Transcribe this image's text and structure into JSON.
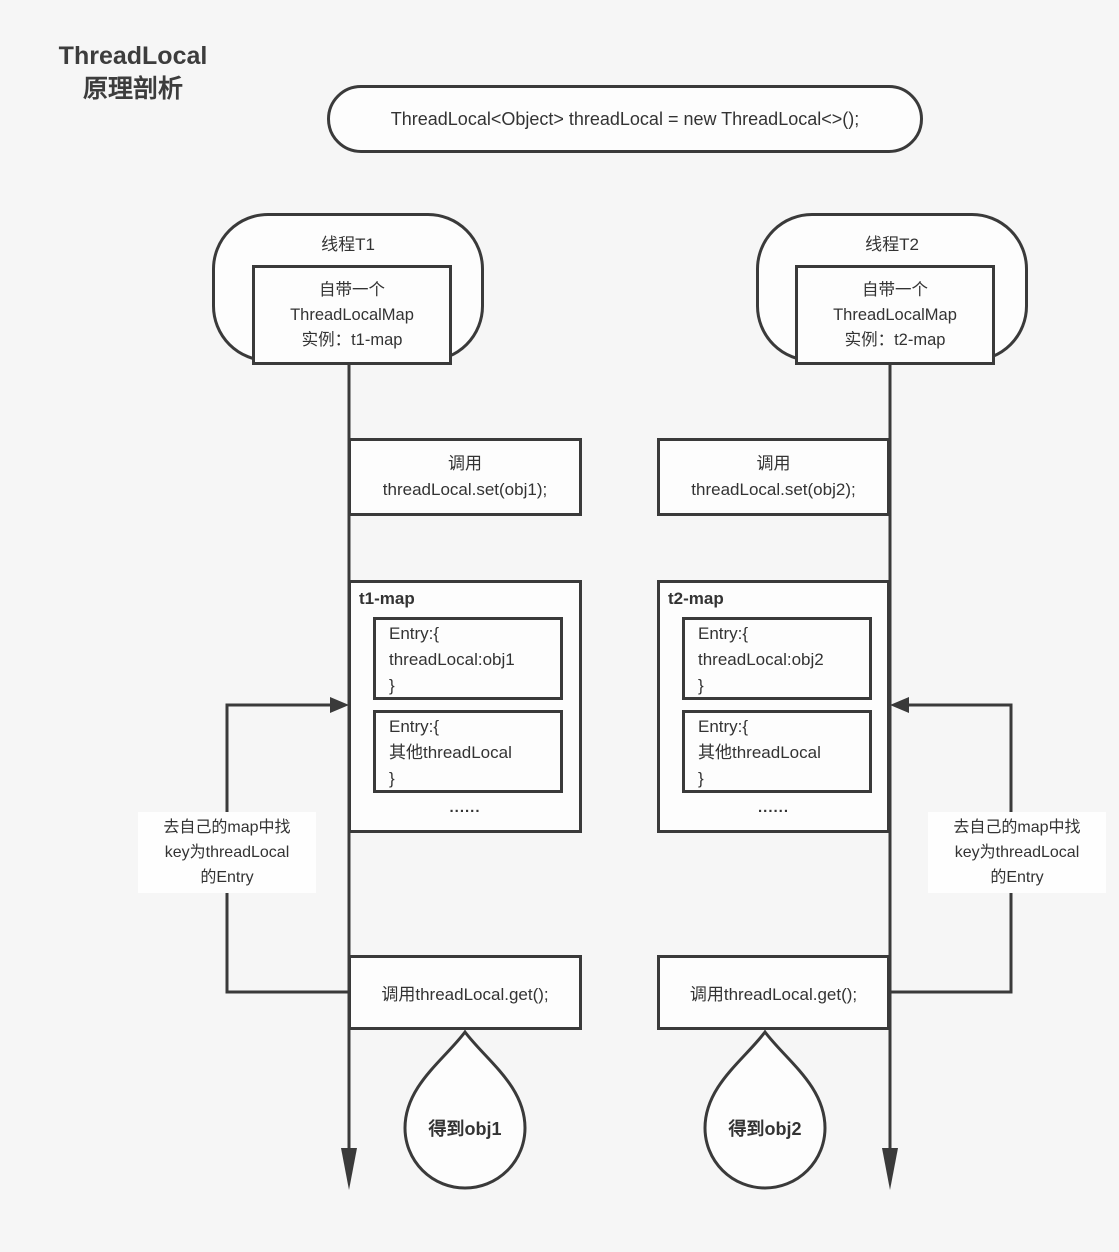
{
  "title": {
    "line1": "ThreadLocal",
    "line2": "原理剖析"
  },
  "code_banner": "ThreadLocal<Object> threadLocal = new ThreadLocal<>();",
  "threads": [
    {
      "name": "线程T1",
      "inner": [
        "自带一个",
        "ThreadLocalMap",
        "实例：t1-map"
      ],
      "set_call": [
        "调用",
        "threadLocal.set(obj1);"
      ],
      "map_label": "t1-map",
      "entries": [
        [
          "Entry:{",
          "threadLocal:obj1",
          "}"
        ],
        [
          "Entry:{",
          "其他threadLocal",
          "}"
        ]
      ],
      "more_dots": "......",
      "annotation": [
        "去自己的map中找",
        "key为threadLocal",
        "的Entry"
      ],
      "get_call": "调用threadLocal.get();",
      "result": "得到obj1"
    },
    {
      "name": "线程T2",
      "inner": [
        "自带一个",
        "ThreadLocalMap",
        "实例：t2-map"
      ],
      "set_call": [
        "调用",
        "threadLocal.set(obj2);"
      ],
      "map_label": "t2-map",
      "entries": [
        [
          "Entry:{",
          "threadLocal:obj2",
          "}"
        ],
        [
          "Entry:{",
          "其他threadLocal",
          "}"
        ]
      ],
      "more_dots": "......",
      "annotation": [
        "去自己的map中找",
        "key为threadLocal",
        "的Entry"
      ],
      "get_call": "调用threadLocal.get();",
      "result": "得到obj2"
    }
  ],
  "colors": {
    "background": "#f6f6f6",
    "box_fill": "#fdfdfd",
    "stroke": "#3a3a3a",
    "text": "#333333"
  }
}
